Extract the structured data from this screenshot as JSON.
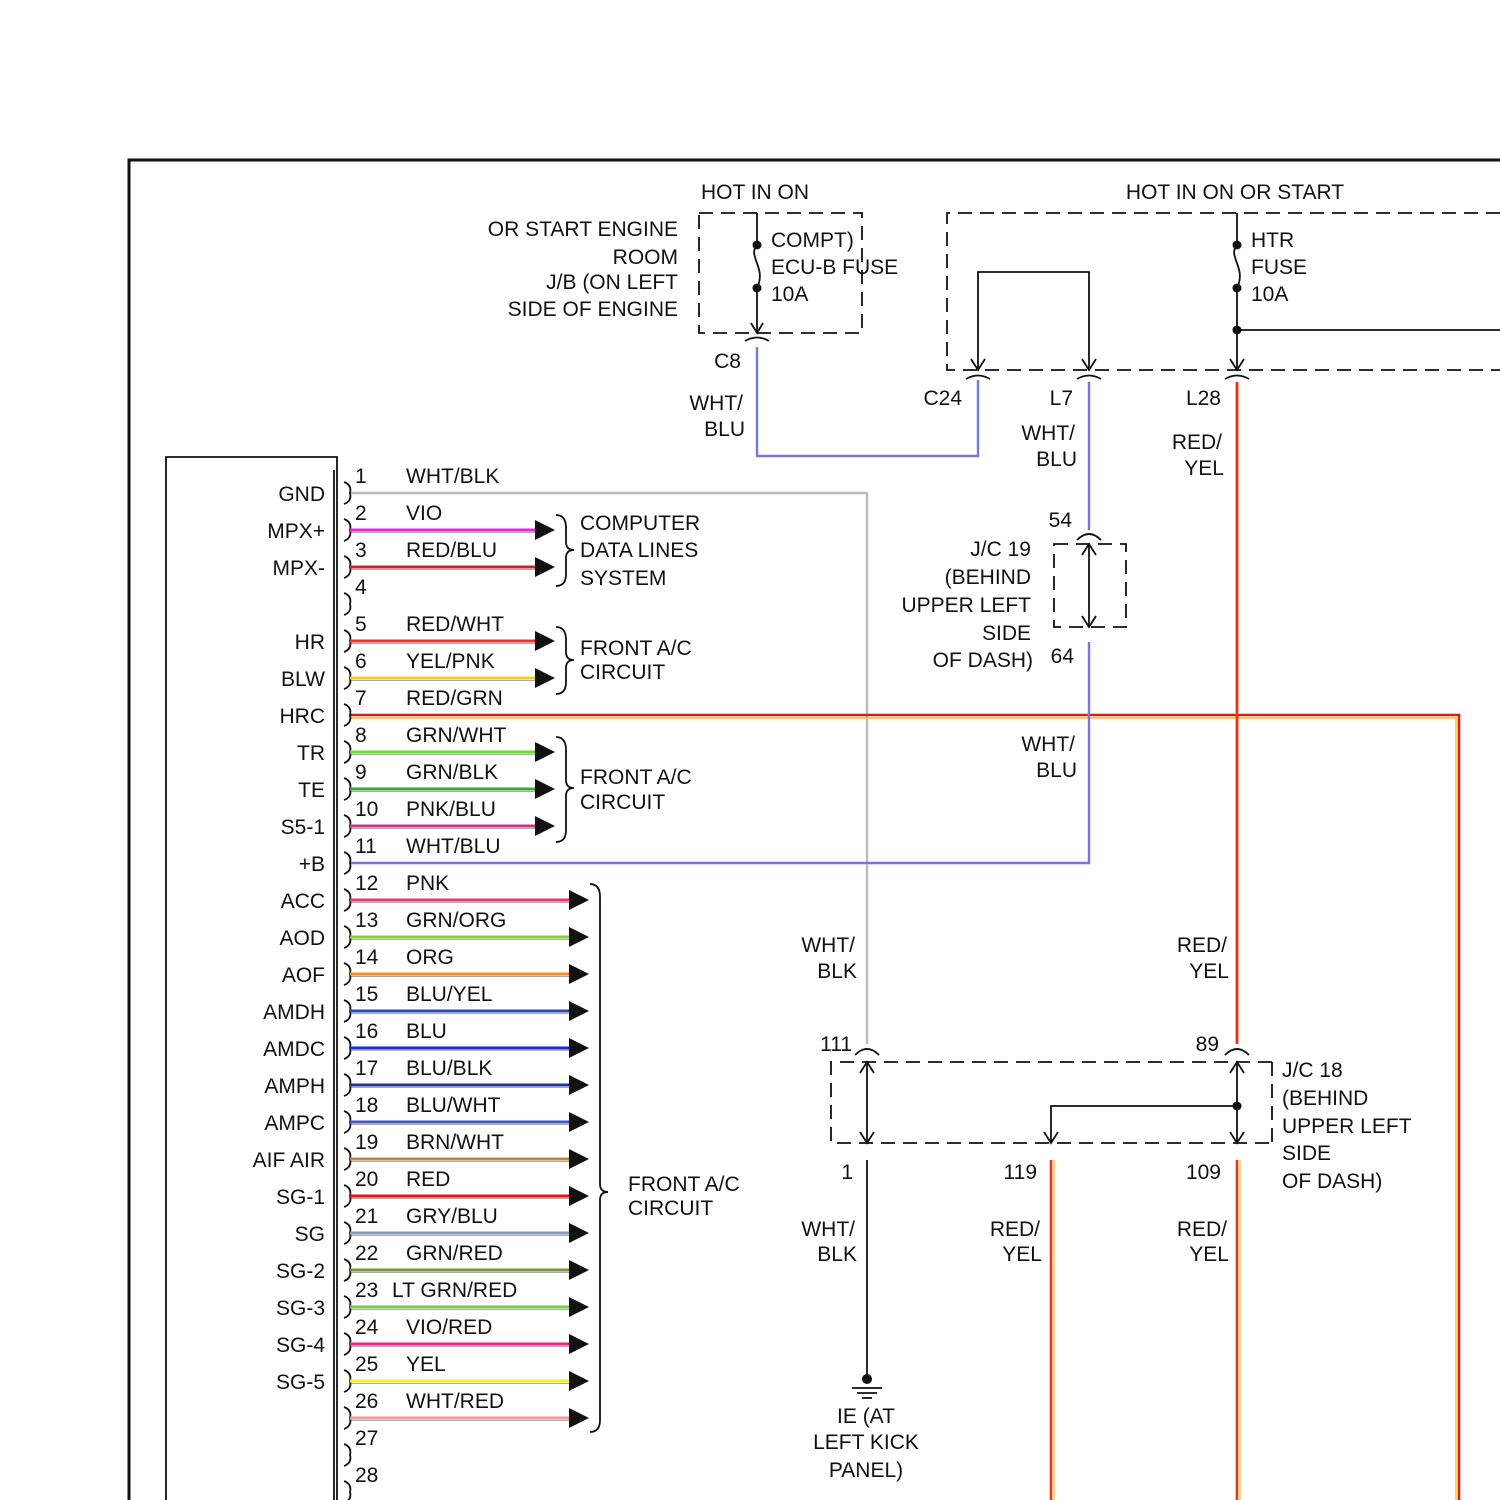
{
  "engine_room_jb": {
    "hot_label": "HOT IN ON",
    "location_lines": [
      "OR START ENGINE",
      "ROOM",
      "J/B (ON LEFT",
      "SIDE OF ENGINE"
    ],
    "fuse_lines": [
      "COMPT)",
      "ECU-B FUSE",
      "10A"
    ],
    "connector": "C8",
    "wire_color_lines": [
      "WHT/",
      "BLU"
    ]
  },
  "htr_block": {
    "hot_label": "HOT IN ON OR START",
    "fuse_lines": [
      "HTR",
      "FUSE",
      "10A"
    ],
    "connector_c24": "C24",
    "connector_l7": "L7",
    "connector_l28": "L28",
    "l7_wire_lines": [
      "WHT/",
      "BLU"
    ],
    "l28_wire_lines": [
      "RED/",
      "YEL"
    ]
  },
  "jc19": {
    "pin_top": "54",
    "pin_bottom": "64",
    "label_lines": [
      "J/C 19",
      "(BEHIND",
      "UPPER LEFT",
      "SIDE",
      "OF DASH)"
    ],
    "lower_wire_lines": [
      "WHT/",
      "BLU"
    ]
  },
  "jc18": {
    "pin_111": "111",
    "pin_89": "89",
    "pin_1": "1",
    "pin_119": "119",
    "pin_109": "109",
    "label_lines": [
      "J/C 18",
      "(BEHIND",
      "UPPER LEFT",
      "SIDE",
      "OF DASH)"
    ],
    "above_left_wire": [
      "WHT/",
      "BLK"
    ],
    "above_right_wire": [
      "RED/",
      "YEL"
    ],
    "below_left_wire": [
      "WHT/",
      "BLK"
    ],
    "below_mid_wire": [
      "RED/",
      "YEL"
    ],
    "below_right_wire": [
      "RED/",
      "YEL"
    ]
  },
  "ground": {
    "label_lines": [
      "IE (AT",
      "LEFT KICK",
      "PANEL)"
    ]
  },
  "groups": {
    "computer_data": [
      "COMPUTER",
      "DATA LINES",
      "SYSTEM"
    ],
    "front_ac_1": [
      "FRONT A/C",
      "CIRCUIT"
    ],
    "front_ac_2": [
      "FRONT A/C",
      "CIRCUIT"
    ],
    "front_ac_3": [
      "FRONT A/C",
      "CIRCUIT"
    ]
  },
  "pins": [
    {
      "num": "1",
      "name": "GND",
      "wire": "WHT/BLK",
      "color": "#c4c4c4"
    },
    {
      "num": "2",
      "name": "MPX+",
      "wire": "VIO",
      "color": "#ee22dd"
    },
    {
      "num": "3",
      "name": "MPX-",
      "wire": "RED/BLU",
      "color": "#cc2233"
    },
    {
      "num": "4",
      "name": "",
      "wire": "",
      "color": ""
    },
    {
      "num": "5",
      "name": "HR",
      "wire": "RED/WHT",
      "color": "#e83333"
    },
    {
      "num": "6",
      "name": "BLW",
      "wire": "YEL/PNK",
      "color": "#f4d022"
    },
    {
      "num": "7",
      "name": "HRC",
      "wire": "RED/GRN",
      "color": "#e82020"
    },
    {
      "num": "8",
      "name": "TR",
      "wire": "GRN/WHT",
      "color": "#66dd33"
    },
    {
      "num": "9",
      "name": "TE",
      "wire": "GRN/BLK",
      "color": "#33aa33"
    },
    {
      "num": "10",
      "name": "S5-1",
      "wire": "PNK/BLU",
      "color": "#cc3388"
    },
    {
      "num": "11",
      "name": "+B",
      "wire": "WHT/BLU",
      "color": "#8888dd"
    },
    {
      "num": "12",
      "name": "ACC",
      "wire": "PNK",
      "color": "#ee3366"
    },
    {
      "num": "13",
      "name": "AOD",
      "wire": "GRN/ORG",
      "color": "#88cc33"
    },
    {
      "num": "14",
      "name": "AOF",
      "wire": "ORG",
      "color": "#ff8a22"
    },
    {
      "num": "15",
      "name": "AMDH",
      "wire": "BLU/YEL",
      "color": "#3344bb"
    },
    {
      "num": "16",
      "name": "AMDC",
      "wire": "BLU",
      "color": "#1a2acc"
    },
    {
      "num": "17",
      "name": "AMPH",
      "wire": "BLU/BLK",
      "color": "#223399"
    },
    {
      "num": "18",
      "name": "AMPC",
      "wire": "BLU/WHT",
      "color": "#4455cc"
    },
    {
      "num": "19",
      "name": "AIF AIR",
      "wire": "BRN/WHT",
      "color": "#bb8844"
    },
    {
      "num": "20",
      "name": "SG-1",
      "wire": "RED",
      "color": "#ee1111"
    },
    {
      "num": "21",
      "name": "SG",
      "wire": "GRY/BLU",
      "color": "#8899bb"
    },
    {
      "num": "22",
      "name": "SG-2",
      "wire": "GRN/RED",
      "color": "#779933"
    },
    {
      "num": "23",
      "name": "SG-3",
      "wire": "LT GRN/RED",
      "color": "#77cc44"
    },
    {
      "num": "24",
      "name": "SG-4",
      "wire": "VIO/RED",
      "color": "#ee2288"
    },
    {
      "num": "25",
      "name": "SG-5",
      "wire": "YEL",
      "color": "#f2f21a"
    },
    {
      "num": "26",
      "name": "",
      "wire": "WHT/RED",
      "color": "#ee9999"
    },
    {
      "num": "27",
      "name": "",
      "wire": "",
      "color": ""
    },
    {
      "num": "28",
      "name": "",
      "wire": "",
      "color": ""
    }
  ],
  "colors": {
    "wht_blu": "#7777dd",
    "wht_blk": "#bbbbbb",
    "red_yel": "#ee3311",
    "red_grn": "#dd1a1a"
  }
}
